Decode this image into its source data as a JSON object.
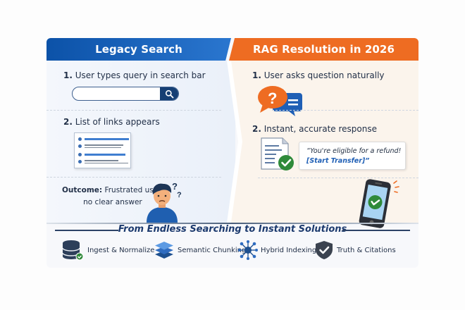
{
  "left_panel": {
    "title": "Legacy Search",
    "header_color": "#0c52a8",
    "step1": {
      "num": "1.",
      "text": "User types query in search bar"
    },
    "search_input": {
      "value": "",
      "placeholder": ""
    },
    "search_icon": "magnifier-icon",
    "step2": {
      "num": "2.",
      "text": "List of links appears"
    },
    "outcome": {
      "label": "Outcome:",
      "line1": "Frustrated user,",
      "line2": "no clear answer"
    },
    "avatar_icon": "confused-person-icon"
  },
  "right_panel": {
    "title": "RAG Resolution in 2026",
    "header_color": "#ee6c22",
    "step1": {
      "num": "1.",
      "text": "User asks question naturally"
    },
    "chat_icon": "question-chat-bubbles-icon",
    "step2": {
      "num": "2.",
      "text": "Instant, accurate response"
    },
    "response": {
      "line1": "“You're eligible for a refund!",
      "line2": "[Start Transfer]”"
    },
    "document_icon": "verified-document-icon",
    "phone_icon": "phone-check-icon"
  },
  "tagline": "From Endless Searching to Instant Solutions",
  "features": [
    {
      "icon": "database-check-icon",
      "label": "Ingest & Normalize"
    },
    {
      "icon": "layers-icon",
      "label": "Semantic Chunking"
    },
    {
      "icon": "network-graph-icon",
      "label": "Hybrid Indexing"
    },
    {
      "icon": "shield-check-icon",
      "label": "Truth & Citations"
    }
  ],
  "colors": {
    "blue": "#0c52a8",
    "orange": "#ee6c22",
    "green_check": "#2f8a3a",
    "navy": "#1c3a6e"
  }
}
